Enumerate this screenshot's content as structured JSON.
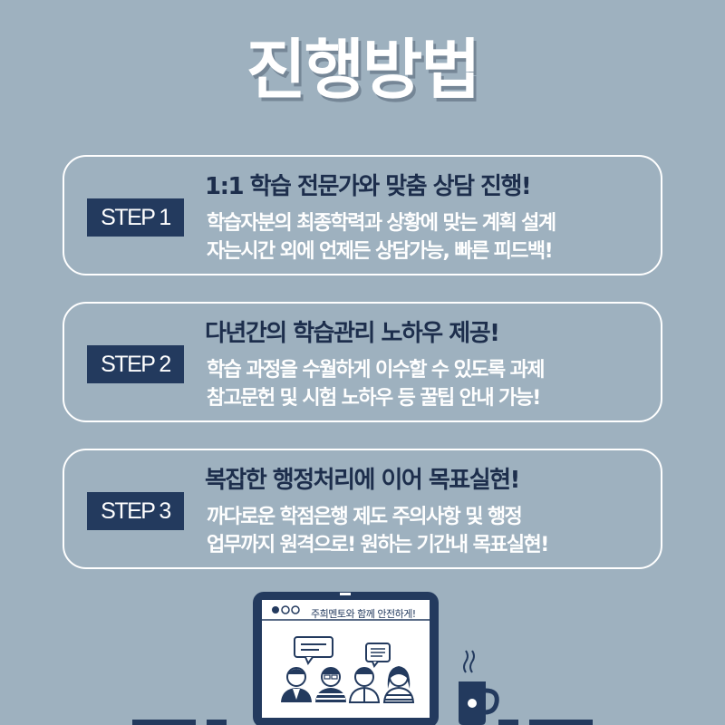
{
  "title": "진행방법",
  "steps": [
    {
      "badge": "STEP 1",
      "heading": "1:1 학습 전문가와 맞춤 상담 진행!",
      "lines": [
        "학습자분의 최종학력과 상황에 맞는 계획 설계",
        "자는시간 외에 언제든 상담가능, 빠른 피드백!"
      ]
    },
    {
      "badge": "STEP 2",
      "heading": "다년간의 학습관리 노하우 제공!",
      "lines": [
        "학습 과정을 수월하게 이수할 수 있도록 과제",
        "참고문헌 및 시험 노하우 등 꿀팁 안내 가능!"
      ]
    },
    {
      "badge": "STEP 3",
      "heading": "복잡한 행정처리에 이어 목표실현!",
      "lines": [
        "까다로운 학점은행 제도 주의사항 및 행정",
        "업무까지 원격으로! 원하는 기간내 목표실현!"
      ]
    }
  ],
  "illustration": {
    "screen_caption": "주희멘토와 함께 안전하게!",
    "icons": [
      "laptop-icon",
      "video-call-people-icon",
      "speech-bubble-icon",
      "coffee-cup-icon"
    ]
  },
  "colors": {
    "background": "#9eb1bf",
    "navy": "#233a5e",
    "heading_text": "#1d2e4c",
    "white": "#ffffff"
  }
}
